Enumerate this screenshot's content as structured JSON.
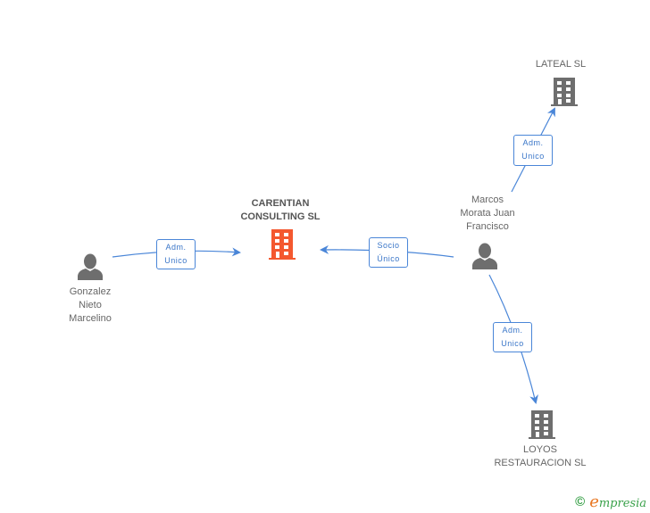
{
  "colors": {
    "main_company": "#f4582f",
    "company": "#6e6e6e",
    "person": "#6e6e6e",
    "edge": "#4a86d8",
    "label_text": "#666666",
    "brand_green": "#3aa14a",
    "brand_orange": "#e87722"
  },
  "nodes": {
    "main": {
      "label": "CARENTIAN\nCONSULTING SL",
      "icon": "building-icon"
    },
    "gonzalez": {
      "label": "Gonzalez\nNieto\nMarcelino",
      "icon": "person-icon"
    },
    "marcos": {
      "label": "Marcos\nMorata Juan\nFrancisco",
      "icon": "person-icon"
    },
    "lateal": {
      "label": "LATEAL SL",
      "icon": "building-icon"
    },
    "loyos": {
      "label": "LOYOS\nRESTAURACION SL",
      "icon": "building-icon"
    }
  },
  "edges": [
    {
      "from": "gonzalez",
      "to": "main",
      "label": "Adm.\nUnico"
    },
    {
      "from": "marcos",
      "to": "main",
      "label": "Socio\nÚnico"
    },
    {
      "from": "marcos",
      "to": "lateal",
      "label": "Adm.\nUnico"
    },
    {
      "from": "marcos",
      "to": "loyos",
      "label": "Adm.\nUnico"
    }
  ],
  "footer": {
    "copyright": "©",
    "brand_first": "e",
    "brand_rest": "mpresia"
  }
}
